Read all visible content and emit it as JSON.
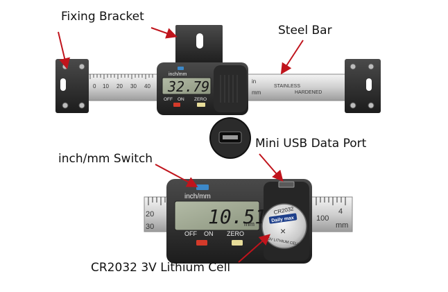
{
  "callouts": {
    "fixing_bracket": "Fixing Bracket",
    "steel_bar": "Steel Bar",
    "usb_port": "Mini USB Data Port",
    "unit_switch": "inch/mm Switch",
    "battery": "CR2032 3V Lithium Cell"
  },
  "device_top": {
    "unit_label": "inch/mm",
    "reading": "32.79",
    "btn_off": "OFF",
    "btn_on": "ON",
    "btn_zero": "ZERO",
    "scale_in": "in",
    "scale_mm": "mm",
    "bar_line1": "STAINLESS",
    "bar_line2": "HARDENED",
    "scale_numbers": [
      "0",
      "10",
      "20",
      "30",
      "40"
    ]
  },
  "device_bottom": {
    "unit_label": "inch/mm",
    "reading": "10.51",
    "unit_mm": "mm",
    "btn_off": "OFF",
    "btn_on": "ON",
    "btn_zero": "ZERO",
    "battery_model": "CR2032",
    "battery_brand": "Daily max",
    "battery_sub": "3V LITHIUM CELL",
    "scale_left_numbers": [
      "20",
      "30"
    ],
    "scale_right_numbers": [
      "4",
      "100"
    ],
    "scale_mm": "mm"
  },
  "colors": {
    "blue_switch": "#3c88c8",
    "red_button": "#d43a2a",
    "yellow_button": "#e8dd9a",
    "lcd": "#9ea790",
    "arrow": "#c0141c"
  }
}
